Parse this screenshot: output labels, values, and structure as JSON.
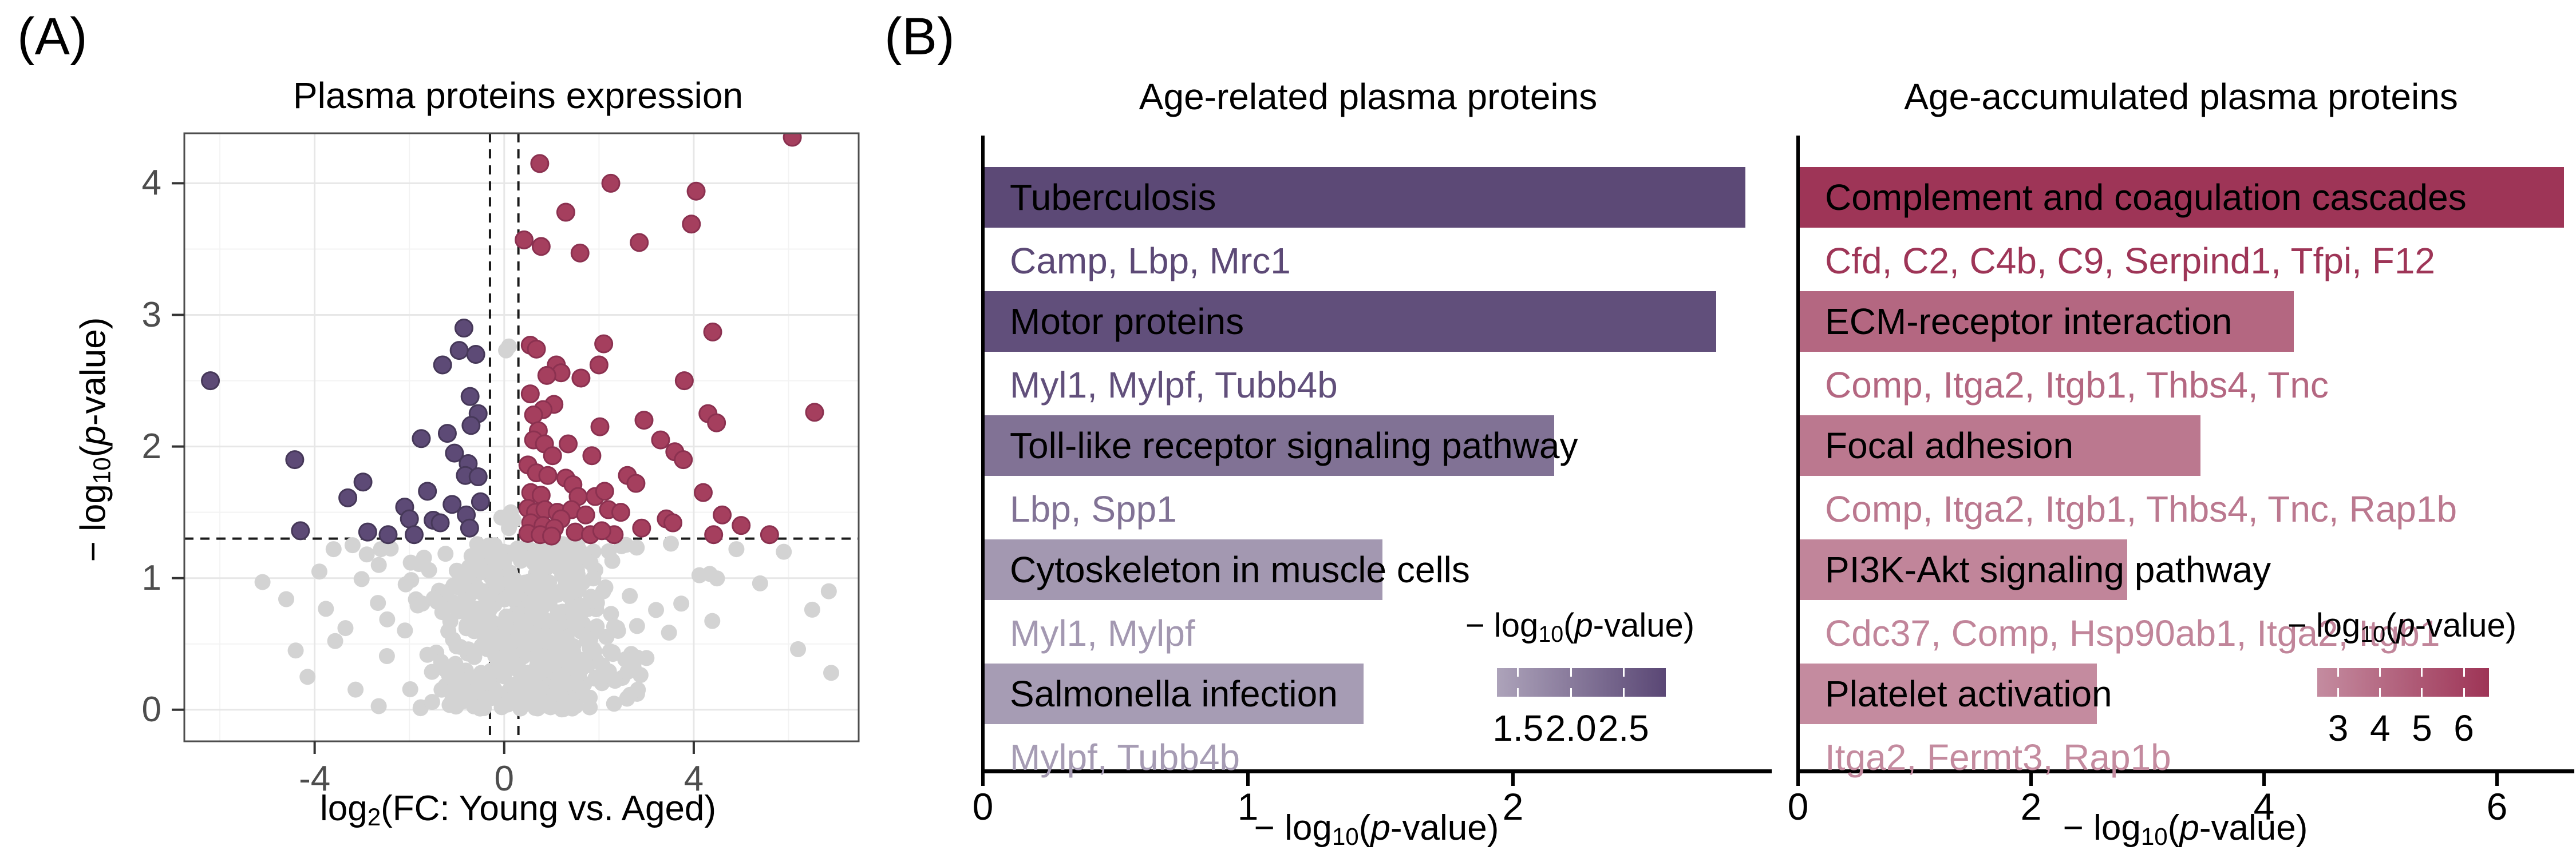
{
  "background": "#ffffff",
  "labels": {
    "panel_a": "(A)",
    "panel_b": "(B)"
  },
  "text_parts": {
    "neglog": {
      "pre": "− log",
      "sub": "10",
      "open": "(",
      "p": "p",
      "close": "-value)"
    },
    "log2fc": {
      "pre": "log",
      "sub": "2",
      "post": "(FC: Young vs. Aged)"
    }
  },
  "chart_data": {
    "volcano": {
      "type": "scatter",
      "title": "Plasma proteins expression",
      "xlabel": "log2(FC: Young vs. Aged)",
      "ylabel": "-log10(p-value)",
      "xlim": [
        -6.75,
        7.48
      ],
      "ylim": [
        -0.24,
        4.38
      ],
      "xticks": [
        -4,
        0,
        4
      ],
      "yticks": [
        0,
        1,
        2,
        3,
        4
      ],
      "grid": "on",
      "thresholds": {
        "hline_y": 1.3,
        "vlines_x": [
          -0.3,
          0.3
        ]
      },
      "colors": {
        "down_fill": "#5d4a76",
        "down_stroke": "#463859",
        "up_fill": "#a53f5e",
        "up_stroke": "#8b3150",
        "ns_fill": "#d3d3d3",
        "grid_major": "#e7e7e7",
        "grid_minor": "#f3f3f3",
        "panel_border": "#4d4d4d",
        "dash_line": "#1a1a1a"
      },
      "series": [
        {
          "name": "downregulated",
          "points": [
            [
              -6.2,
              2.5
            ],
            [
              -0.85,
              2.9
            ],
            [
              -0.95,
              2.73
            ],
            [
              -0.6,
              2.7
            ],
            [
              -1.3,
              2.62
            ],
            [
              -0.72,
              2.38
            ],
            [
              -0.55,
              2.25
            ],
            [
              -1.75,
              2.06
            ],
            [
              -1.2,
              2.1
            ],
            [
              -0.7,
              2.16
            ],
            [
              -4.42,
              1.9
            ],
            [
              -0.76,
              1.87
            ],
            [
              -1.05,
              1.95
            ],
            [
              -0.82,
              1.78
            ],
            [
              -0.55,
              1.77
            ],
            [
              -2.98,
              1.73
            ],
            [
              -3.3,
              1.61
            ],
            [
              -1.62,
              1.66
            ],
            [
              -2.1,
              1.54
            ],
            [
              -1.1,
              1.56
            ],
            [
              -0.5,
              1.58
            ],
            [
              -2.0,
              1.45
            ],
            [
              -1.5,
              1.44
            ],
            [
              -1.35,
              1.42
            ],
            [
              -0.8,
              1.48
            ],
            [
              -0.73,
              1.38
            ],
            [
              -4.3,
              1.36
            ],
            [
              -2.88,
              1.35
            ],
            [
              -2.45,
              1.33
            ],
            [
              -1.9,
              1.33
            ]
          ]
        },
        {
          "name": "upregulated",
          "points": [
            [
              6.08,
              4.35
            ],
            [
              0.75,
              4.15
            ],
            [
              2.25,
              4.0
            ],
            [
              4.05,
              3.94
            ],
            [
              1.3,
              3.78
            ],
            [
              3.95,
              3.69
            ],
            [
              0.42,
              3.57
            ],
            [
              0.78,
              3.52
            ],
            [
              2.85,
              3.55
            ],
            [
              1.6,
              3.47
            ],
            [
              4.4,
              2.87
            ],
            [
              2.1,
              2.78
            ],
            [
              0.55,
              2.77
            ],
            [
              0.68,
              2.74
            ],
            [
              2.0,
              2.62
            ],
            [
              1.1,
              2.62
            ],
            [
              1.2,
              2.56
            ],
            [
              0.9,
              2.54
            ],
            [
              1.62,
              2.52
            ],
            [
              3.8,
              2.5
            ],
            [
              0.55,
              2.4
            ],
            [
              1.05,
              2.32
            ],
            [
              0.82,
              2.28
            ],
            [
              6.55,
              2.26
            ],
            [
              4.3,
              2.25
            ],
            [
              0.62,
              2.24
            ],
            [
              2.95,
              2.2
            ],
            [
              4.48,
              2.18
            ],
            [
              0.72,
              2.12
            ],
            [
              2.02,
              2.15
            ],
            [
              0.62,
              2.05
            ],
            [
              0.85,
              2.02
            ],
            [
              1.35,
              2.02
            ],
            [
              3.3,
              2.05
            ],
            [
              1.85,
              1.93
            ],
            [
              1.02,
              1.93
            ],
            [
              3.6,
              1.96
            ],
            [
              3.78,
              1.9
            ],
            [
              0.5,
              1.86
            ],
            [
              0.68,
              1.8
            ],
            [
              0.92,
              1.78
            ],
            [
              1.3,
              1.76
            ],
            [
              2.6,
              1.78
            ],
            [
              1.45,
              1.71
            ],
            [
              2.78,
              1.72
            ],
            [
              0.56,
              1.65
            ],
            [
              0.78,
              1.63
            ],
            [
              1.56,
              1.62
            ],
            [
              1.92,
              1.62
            ],
            [
              2.12,
              1.66
            ],
            [
              4.2,
              1.65
            ],
            [
              0.5,
              1.53
            ],
            [
              0.66,
              1.5
            ],
            [
              0.86,
              1.52
            ],
            [
              1.12,
              1.5
            ],
            [
              1.42,
              1.52
            ],
            [
              1.72,
              1.48
            ],
            [
              2.2,
              1.52
            ],
            [
              2.46,
              1.5
            ],
            [
              4.6,
              1.48
            ],
            [
              1.2,
              1.45
            ],
            [
              3.42,
              1.45
            ],
            [
              0.56,
              1.42
            ],
            [
              3.56,
              1.42
            ],
            [
              5.0,
              1.4
            ],
            [
              0.82,
              1.4
            ],
            [
              1.06,
              1.38
            ],
            [
              2.9,
              1.38
            ],
            [
              0.5,
              1.34
            ],
            [
              0.76,
              1.33
            ],
            [
              1.5,
              1.35
            ],
            [
              1.82,
              1.33
            ],
            [
              2.32,
              1.33
            ],
            [
              4.42,
              1.33
            ],
            [
              5.6,
              1.33
            ],
            [
              1.0,
              1.32
            ],
            [
              2.06,
              1.36
            ]
          ]
        },
        {
          "name": "not-significant",
          "points": [
            [
              0.1,
              2.76
            ],
            [
              0.04,
              2.73
            ],
            [
              0.14,
              1.5
            ],
            [
              -0.06,
              1.46
            ],
            [
              0.2,
              1.44
            ],
            [
              0.1,
              1.38
            ],
            [
              -3.6,
              1.22
            ],
            [
              -3.2,
              1.25
            ],
            [
              -2.9,
              1.18
            ],
            [
              -3.9,
              1.05
            ],
            [
              -4.6,
              0.84
            ],
            [
              -5.1,
              0.97
            ],
            [
              -4.4,
              0.45
            ],
            [
              -4.15,
              0.25
            ],
            [
              -3.35,
              0.62
            ],
            [
              4.9,
              1.22
            ],
            [
              5.4,
              0.96
            ],
            [
              5.9,
              1.2
            ],
            [
              6.2,
              0.46
            ],
            [
              6.5,
              0.76
            ],
            [
              6.85,
              0.9
            ],
            [
              6.9,
              0.28
            ],
            [
              -2.6,
              1.22
            ],
            [
              0.3,
              1.22
            ],
            [
              -0.2,
              1.25
            ]
          ],
          "cloud": {
            "seed": 20240613,
            "count": 560,
            "x_mean": 0.5,
            "x_sd": 1.35,
            "x_wide_frac": 0.2,
            "x_wide_mult": 2.0,
            "x_min": -5.2,
            "x_max": 7.3,
            "y_max": 1.27,
            "y_pow": 1.08
          }
        }
      ]
    },
    "age_related": {
      "type": "bar",
      "title": "Age-related plasma proteins",
      "xlabel": "-log10(p-value)",
      "xticks": [
        0,
        1,
        2
      ],
      "xlim": [
        0,
        2.95
      ],
      "legend": {
        "title": "-log10(p-value)",
        "ticks": [
          "1.5",
          "2.0",
          "2.5"
        ],
        "domain": [
          1.3,
          2.9
        ],
        "color_low": "#ada3ba",
        "color_high": "#5a4775"
      },
      "rows": [
        {
          "pathway": "Tuberculosis",
          "genes": "Camp, Lbp, Mrc1",
          "value": 2.87
        },
        {
          "pathway": "Motor proteins",
          "genes": "Myl1, Mylpf, Tubb4b",
          "value": 2.76
        },
        {
          "pathway": "Toll-like receptor signaling pathway",
          "genes": "Lbp, Spp1",
          "value": 2.15
        },
        {
          "pathway": "Cytoskeleton in muscle cells",
          "genes": "Myl1, Mylpf",
          "value": 1.5
        },
        {
          "pathway": "Salmonella infection",
          "genes": "Mylpf, Tubb4b",
          "value": 1.43
        }
      ]
    },
    "age_accumulated": {
      "type": "bar",
      "title": "Age-accumulated plasma proteins",
      "xlabel": "-log10(p-value)",
      "xticks": [
        0,
        2,
        4,
        6
      ],
      "xlim": [
        0,
        6.63
      ],
      "legend": {
        "title": "-log10(p-value)",
        "ticks": [
          "3",
          "4",
          "5",
          "6"
        ],
        "domain": [
          2.5,
          6.6
        ],
        "color_low": "#c48ca0",
        "color_high": "#9e3456"
      },
      "rows": [
        {
          "pathway": "Complement and coagulation cascades",
          "genes": "Cfd, C2, C4b, C9, Serpind1, Tfpi, F12",
          "value": 6.56
        },
        {
          "pathway": "ECM-receptor interaction",
          "genes": "Comp, Itga2, Itgb1, Thbs4, Tnc",
          "value": 4.24
        },
        {
          "pathway": "Focal adhesion",
          "genes": "Comp, Itga2, Itgb1, Thbs4, Tnc, Rap1b",
          "value": 3.44
        },
        {
          "pathway": "PI3K-Akt signaling pathway",
          "genes": "Cdc37, Comp, Hsp90ab1, Itga2, Itgb1",
          "value": 2.81
        },
        {
          "pathway": "Platelet activation",
          "genes": "Itga2, Fermt3, Rap1b",
          "value": 2.55
        }
      ]
    }
  }
}
